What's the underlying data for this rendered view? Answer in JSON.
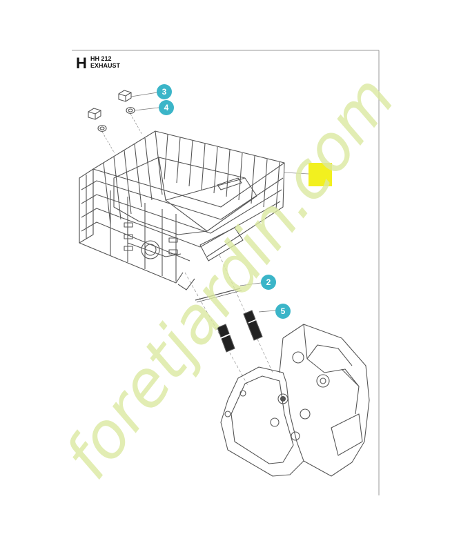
{
  "header": {
    "section_letter": "H",
    "model": "HH 212",
    "title": "EXHAUST"
  },
  "callouts": [
    {
      "number": "3"
    },
    {
      "number": "4"
    },
    {
      "number": "2"
    },
    {
      "number": "5"
    }
  ],
  "watermark": {
    "text": "foretjardin.com"
  },
  "colors": {
    "callout": "#3bb5c8",
    "marker": "#f2f01f",
    "line": "#555555",
    "watermark_green": "#dbe8a0",
    "watermark_orange": "#f3c99a",
    "watermark_gray": "#d8d2c8"
  }
}
